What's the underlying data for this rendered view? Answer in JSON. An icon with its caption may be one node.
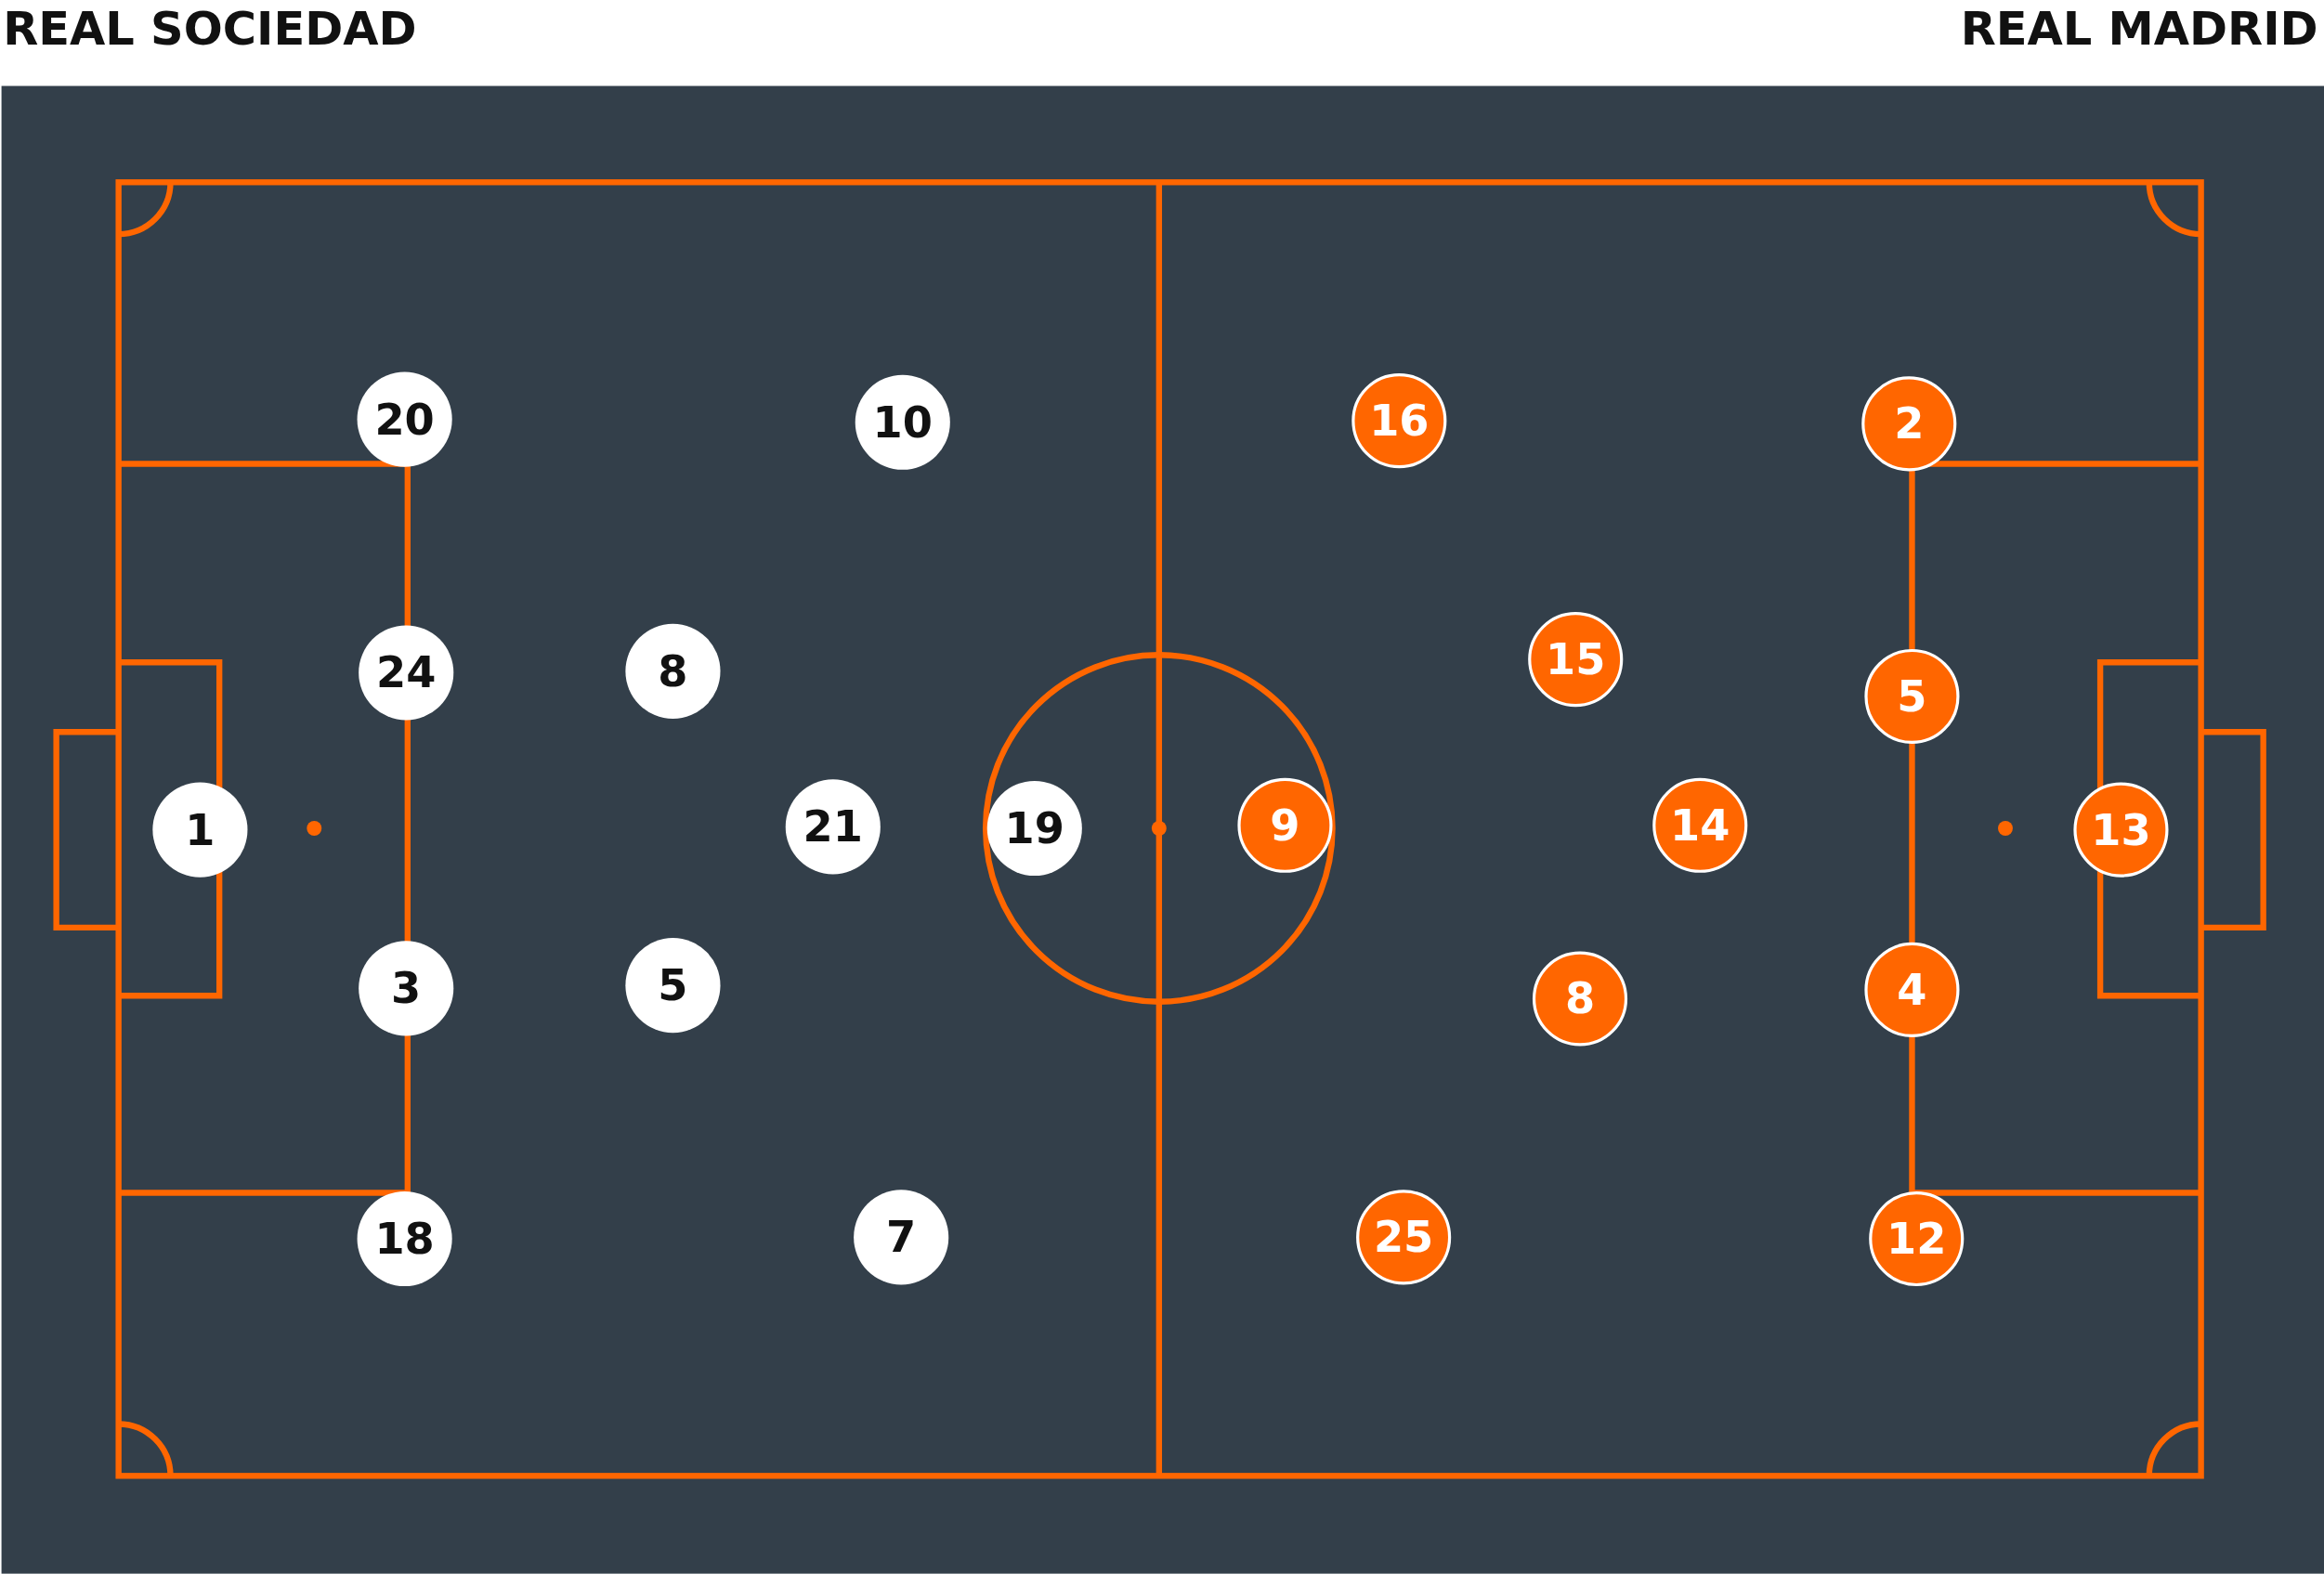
{
  "diagram": {
    "nodes": [
      {
        "text": [
          "20"
        ]
      },
      {
        "text": [
          "10"
        ]
      },
      {
        "text": [
          "24"
        ]
      },
      {
        "text": [
          "8"
        ]
      },
      {
        "text": [
          "1"
        ]
      },
      {
        "text": [
          "21"
        ]
      },
      {
        "text": [
          "19"
        ]
      },
      {
        "text": [
          "3"
        ]
      },
      {
        "text": [
          "5"
        ]
      },
      {
        "text": [
          "18"
        ]
      },
      {
        "text": [
          "7"
        ]
      },
      {
        "text": [
          "16"
        ]
      },
      {
        "text": [
          "2"
        ]
      },
      {
        "text": [
          "15"
        ]
      },
      {
        "text": [
          "5"
        ]
      },
      {
        "text": [
          "9"
        ]
      },
      {
        "text": [
          "14"
        ]
      },
      {
        "text": [
          "13"
        ]
      },
      {
        "text": [
          "4"
        ]
      },
      {
        "text": [
          "8"
        ]
      },
      {
        "text": [
          "25"
        ]
      },
      {
        "text": [
          "12"
        ]
      }
    ],
    "labels": [
      "REAL SOCIEDAD",
      "REAL MADRID"
    ]
  }
}
